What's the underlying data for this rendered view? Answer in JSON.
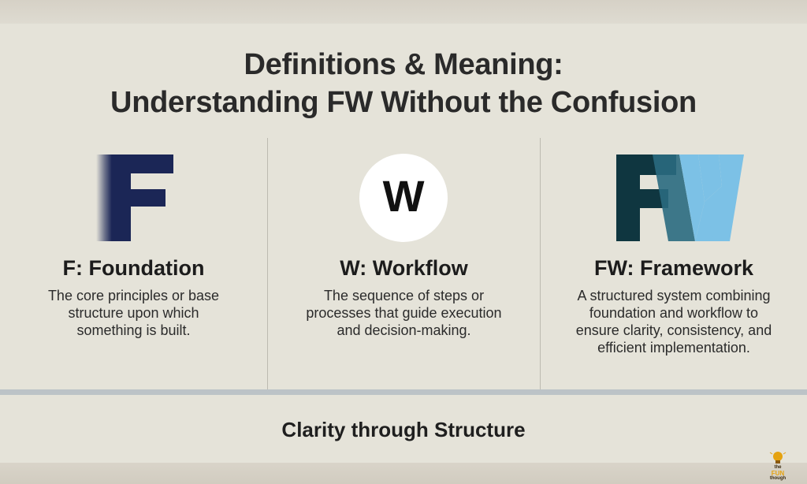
{
  "slide": {
    "title_line1": "Definitions & Meaning:",
    "title_line2": "Understanding FW Without the Confusion",
    "columns": [
      {
        "icon": "letter-f-icon",
        "icon_glyph": "F",
        "heading": "F: Foundation",
        "description": [
          "The core principles or base",
          "structure upon which",
          "something is built."
        ]
      },
      {
        "icon": "letter-w-circle-icon",
        "icon_glyph": "W",
        "heading": "W: Workflow",
        "description": [
          "The sequence of steps or",
          "processes that guide execution",
          "and decision-making."
        ]
      },
      {
        "icon": "fw-monogram-icon",
        "icon_glyph": "FW",
        "heading": "FW: Framework",
        "description": [
          "A structured system combining",
          "foundation and workflow to",
          "ensure clarity, consistency, and",
          "efficient implementation."
        ]
      }
    ],
    "tagline": "Clarity through Structure"
  },
  "brand": {
    "line1": "the",
    "line2": "FUN",
    "line3": "though"
  },
  "colors": {
    "slide_bg": "#e5e3d9",
    "f_navy": "#1b2656",
    "fw_dark_teal": "#0f3640",
    "fw_mid_teal": "#2a6a80",
    "fw_light_blue": "#7cc1e6",
    "divider_bar": "#bcc3c7"
  }
}
